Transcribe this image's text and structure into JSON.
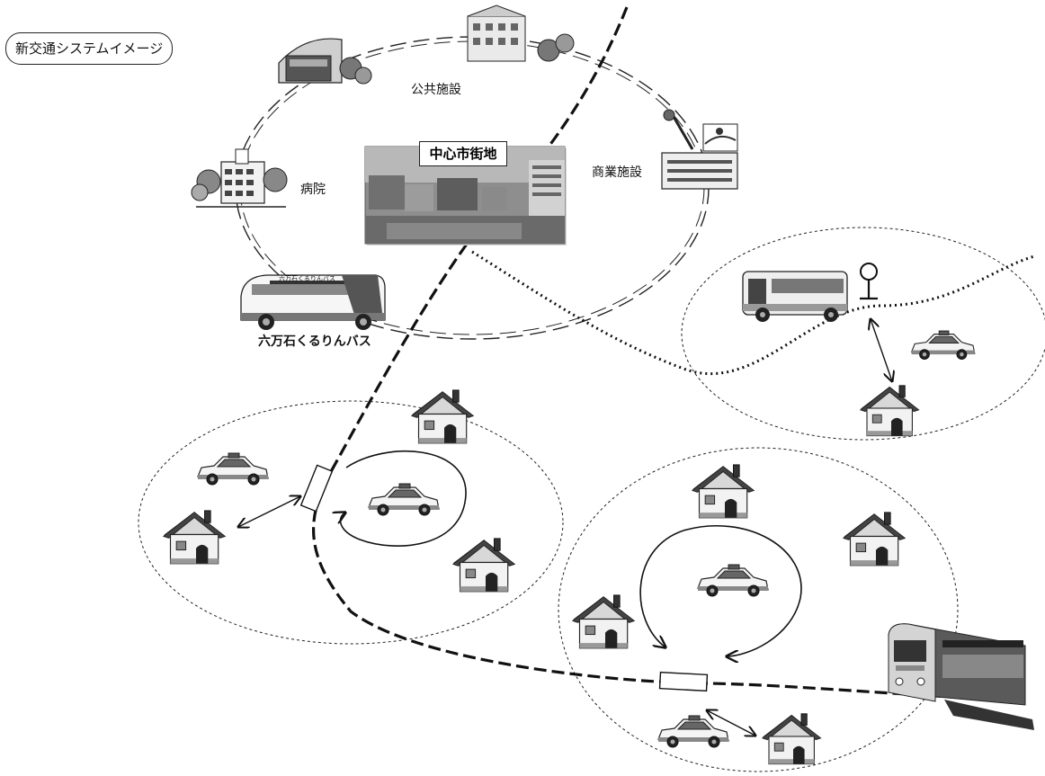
{
  "title": "新交通システムイメージ",
  "center_label": "中心市街地",
  "labels": {
    "public_facility": "公共施設",
    "commercial_facility": "商業施設",
    "hospital": "病院",
    "bus_name": "六万石くるりんバス"
  },
  "bus_sign": "六万石くるりんバス",
  "colors": {
    "line": "#111111",
    "photo_sky": "#9a9a9a",
    "photo_ground": "#6e6e6e"
  }
}
